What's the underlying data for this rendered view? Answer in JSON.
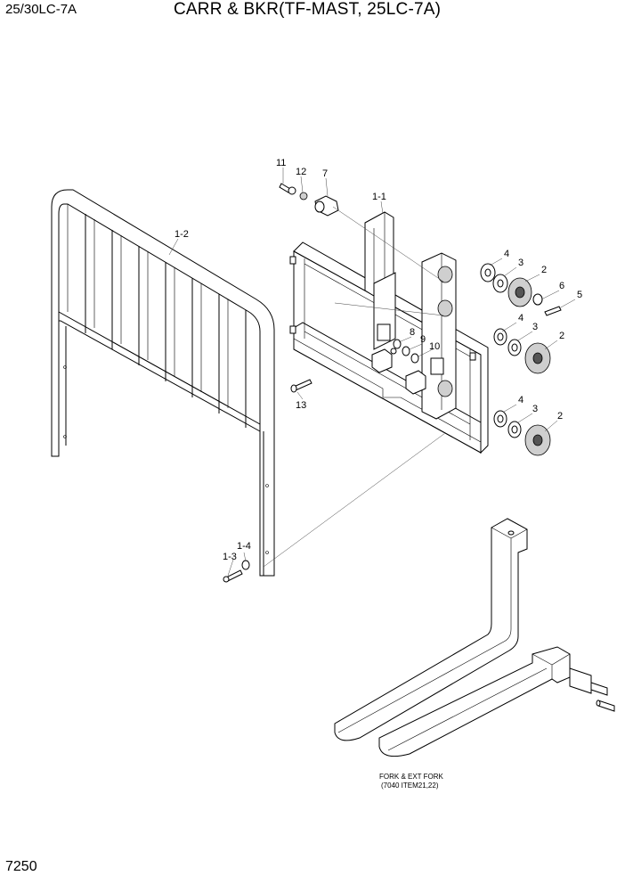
{
  "header": {
    "model": "25/30LC-7A",
    "title": "CARR & BKR(TF-MAST, 25LC-7A)"
  },
  "page_number": "7250",
  "callouts": {
    "p11": "11",
    "p12": "12",
    "p7": "7",
    "p1_1": "1-1",
    "p1_2": "1-2",
    "p4a": "4",
    "p3a": "3",
    "p2a": "2",
    "p6": "6",
    "p5": "5",
    "p4b": "4",
    "p3b": "3",
    "p2b": "2",
    "p8": "8",
    "p9": "9",
    "p10": "10",
    "p13": "13",
    "p4c": "4",
    "p3c": "3",
    "p2c": "2",
    "p1_3": "1-3",
    "p1_4": "1-4"
  },
  "fork_note": {
    "line1": "FORK & EXT FORK",
    "line2": "(7040 ITEM21,22)"
  }
}
